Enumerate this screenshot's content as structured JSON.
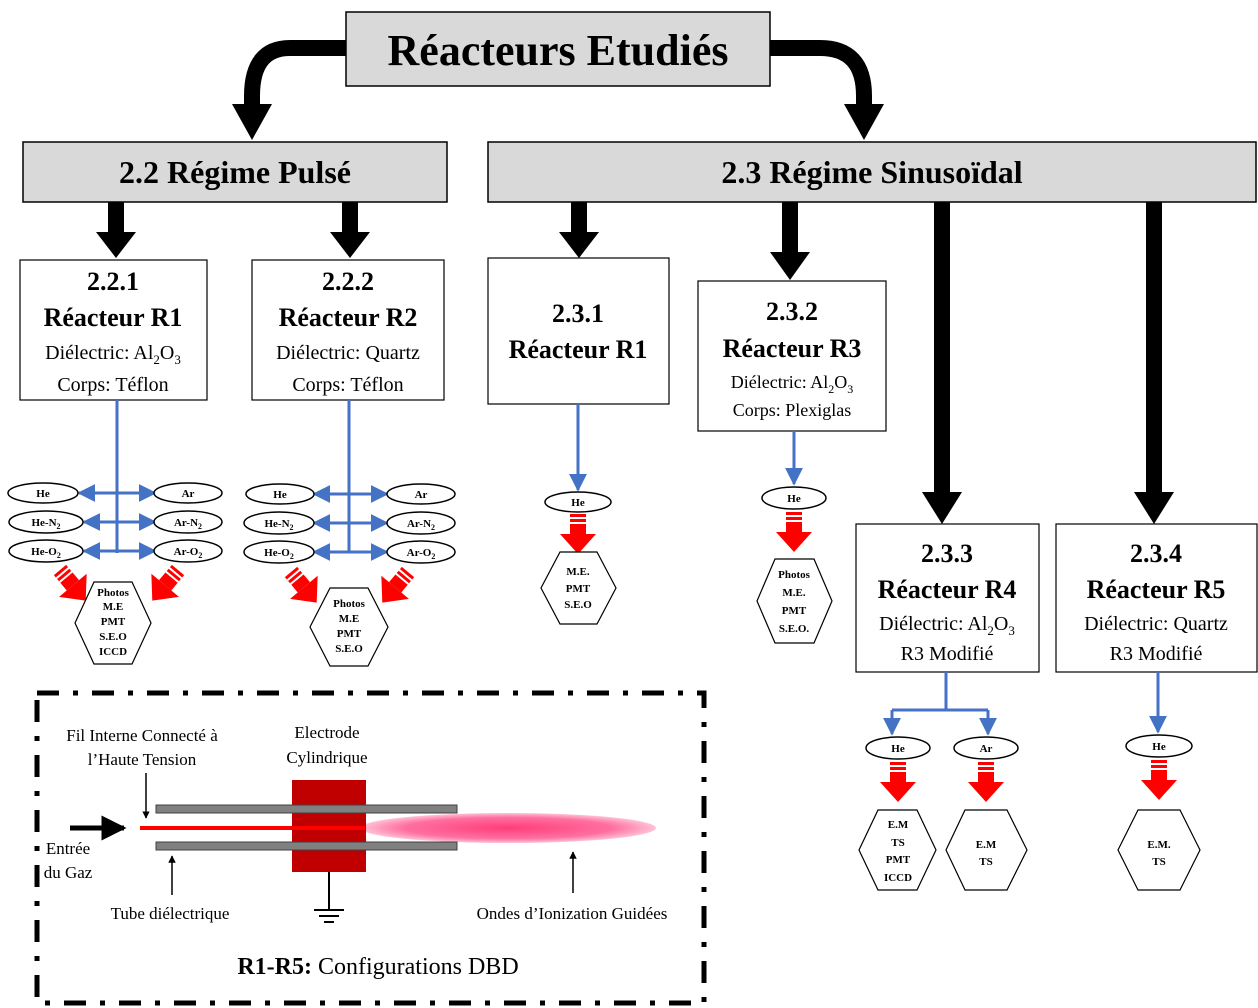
{
  "title": "Réacteurs Etudiés",
  "regimes": {
    "pulse": "2.2 Régime Pulsé",
    "sinus": "2.3 Régime Sinusoïdal"
  },
  "reactors": {
    "r221": {
      "num": "2.2.1",
      "name": "Réacteur R1",
      "dielectric_prefix": "Diélectric: Al",
      "dielectric_sub1": "2",
      "dielectric_mid": "O",
      "dielectric_sub2": "3",
      "body": "Corps: Téflon"
    },
    "r222": {
      "num": "2.2.2",
      "name": "Réacteur R2",
      "dielectric": "Diélectric: Quartz",
      "body": "Corps: Téflon"
    },
    "r231": {
      "num": "2.3.1",
      "name": "Réacteur R1"
    },
    "r232": {
      "num": "2.3.2",
      "name": "Réacteur R3",
      "dielectric_prefix": "Diélectric: Al",
      "dielectric_sub1": "2",
      "dielectric_mid": "O",
      "dielectric_sub2": "3",
      "body": "Corps: Plexiglas"
    },
    "r233": {
      "num": "2.3.3",
      "name": "Réacteur R4",
      "dielectric_prefix": "Diélectric: Al",
      "dielectric_sub1": "2",
      "dielectric_mid": "O",
      "dielectric_sub2": "3",
      "body": "R3 Modifié"
    },
    "r234": {
      "num": "2.3.4",
      "name": "Réacteur R5",
      "dielectric": "Diélectric: Quartz",
      "body": "R3 Modifié"
    }
  },
  "gases": {
    "he": "He",
    "ar": "Ar",
    "he_n": "He-N",
    "ar_n": "Ar-N",
    "he_o": "He-O",
    "ar_o": "Ar-O",
    "sub2": "2"
  },
  "diagnostics": {
    "d221": [
      "Photos",
      "M.E",
      "PMT",
      "S.E.O",
      "ICCD"
    ],
    "d222": [
      "Photos",
      "M.E",
      "PMT",
      "S.E.O"
    ],
    "d231": [
      "M.E.",
      "PMT",
      "S.E.O"
    ],
    "d232": [
      "Photos",
      "M.E.",
      "PMT",
      "S.E.O."
    ],
    "d233a": [
      "E.M",
      "TS",
      "PMT",
      "ICCD"
    ],
    "d233b": [
      "E.M",
      "TS"
    ],
    "d234": [
      "E.M.",
      "TS"
    ]
  },
  "setup": {
    "wire_label_1": "Fil Interne Connecté à",
    "wire_label_2": "l’Haute Tension",
    "electrode_1": "Electrode",
    "electrode_2": "Cylindrique",
    "gas_in_1": "Entrée",
    "gas_in_2": "du Gaz",
    "tube": "Tube diélectrique",
    "waves": "Ondes d’Ionization Guidées",
    "caption_bold": "R1-R5:",
    "caption_rest": " Configurations DBD"
  },
  "colors": {
    "header_fill": "#d9d9d9",
    "blue": "#4472c4",
    "red": "#ff0000",
    "electrode": "#c00000",
    "plasma": "#ff4f86",
    "tube": "#808080"
  }
}
